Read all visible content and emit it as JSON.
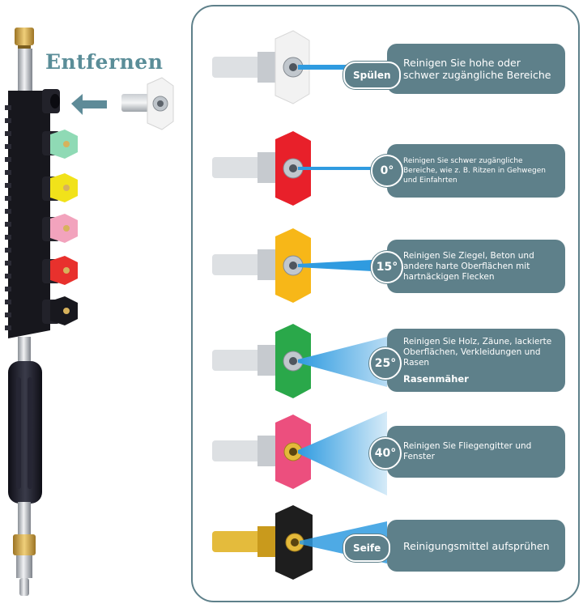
{
  "remove_label": "Entfernen",
  "nozzles": [
    {
      "badge": "Spülen",
      "badge_shape": "pill",
      "color": "#f4f4f4",
      "description": "Reinigen Sie hohe oder schwer zugängliche Bereiche",
      "extra": ""
    },
    {
      "badge": "0°",
      "badge_shape": "circle",
      "color": "#e8202a",
      "description": "Reinigen Sie schwer zugängliche Bereiche, wie z. B. Ritzen in Gehwegen und Einfahrten",
      "extra": ""
    },
    {
      "badge": "15°",
      "badge_shape": "circle",
      "color": "#f7b718",
      "description": "Reinigen Sie Ziegel, Beton und andere harte Oberflächen mit hartnäckigen Flecken",
      "extra": ""
    },
    {
      "badge": "25°",
      "badge_shape": "circle",
      "color": "#2aa84a",
      "description": "Reinigen Sie Holz, Zäune, lackierte Oberflächen, Verkleidungen und Rasen",
      "extra": "Rasenmäher"
    },
    {
      "badge": "40°",
      "badge_shape": "circle",
      "color": "#ec4f7e",
      "description": "Reinigen Sie Fliegengitter und Fenster",
      "extra": ""
    },
    {
      "badge": "Seife",
      "badge_shape": "pill",
      "color": "#1e1e1e",
      "description": "Reinigungsmittel aufsprühen",
      "extra": ""
    }
  ],
  "colors": {
    "accent": "#5e808a",
    "title": "#5a8d98",
    "spray": "#2f9be0",
    "lance_body": "#1c1c24",
    "brass": "#c9a14a"
  }
}
